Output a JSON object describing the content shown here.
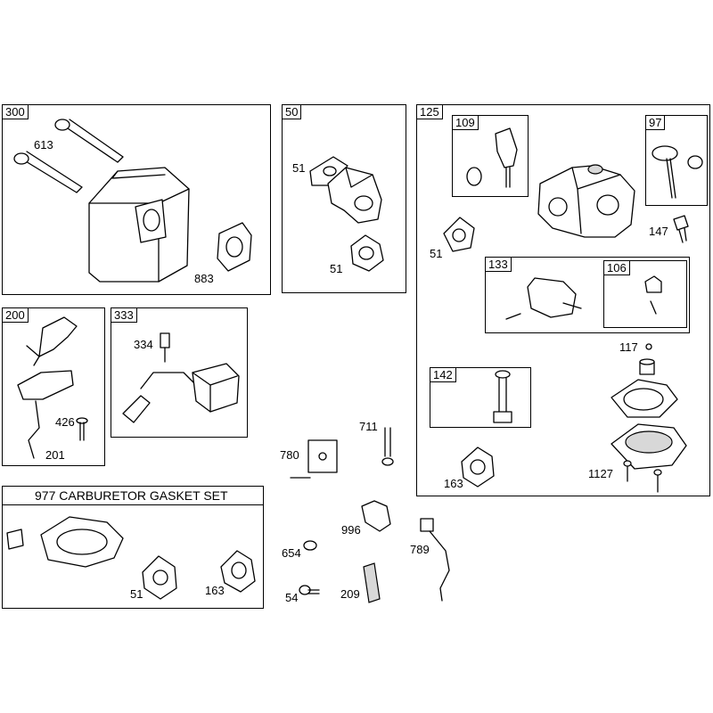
{
  "boxes": {
    "b300": "300",
    "b50": "50",
    "b125": "125",
    "b109": "109",
    "b97": "97",
    "b133": "133",
    "b106": "106",
    "b142": "142",
    "b200": "200",
    "b333": "333",
    "gasket_set": "977 CARBURETOR GASKET SET"
  },
  "labels": {
    "l613": "613",
    "l883": "883",
    "l51a": "51",
    "l51b": "51",
    "l51c": "51",
    "l147": "147",
    "l117": "117",
    "l1127": "1127",
    "l163a": "163",
    "l334": "334",
    "l426": "426",
    "l201": "201",
    "l711": "711",
    "l780": "780",
    "l996": "996",
    "l789": "789",
    "l654": "654",
    "l54": "54",
    "l209": "209",
    "l51d": "51",
    "l163b": "163"
  }
}
